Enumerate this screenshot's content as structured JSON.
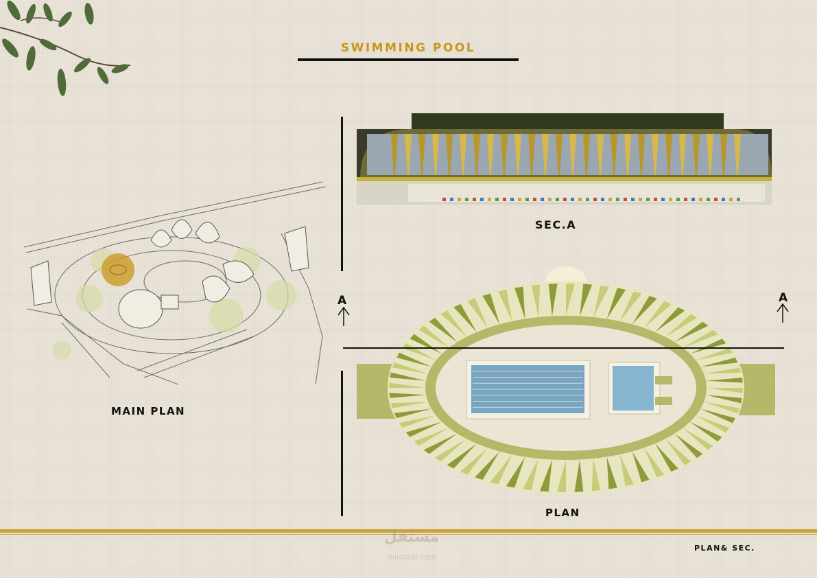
{
  "title": "SWIMMING POOL",
  "labels": {
    "section": "SEC.A",
    "main_plan": "MAIN PLAN",
    "plan": "PLAN",
    "footer": "PLAN& SEC."
  },
  "section_markers": {
    "left": "A",
    "right": "A"
  },
  "watermark": {
    "brand": "مستقل",
    "url": "mostaql.com"
  },
  "colors": {
    "accent_gold": "#c9961a",
    "band_gold": "#c9a23a",
    "ink": "#111111",
    "paper": "#ebe5da",
    "canopy_green": "#b5b868",
    "pool_blue": "#7aa5c0"
  },
  "icons": [
    "olive-branch-icon",
    "arrow-up-icon"
  ]
}
